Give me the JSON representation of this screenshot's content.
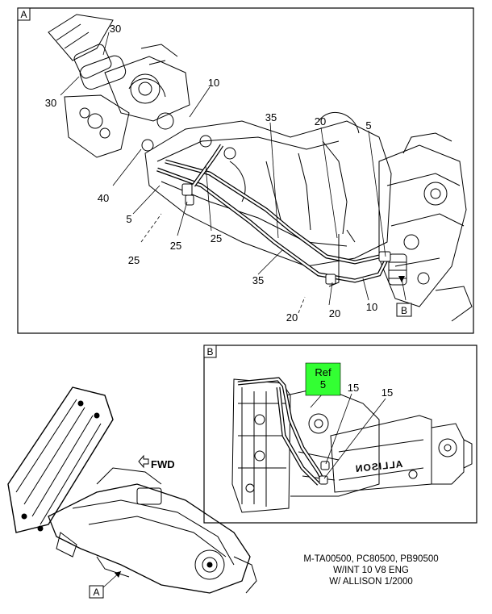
{
  "panel_a": {
    "tag": "A",
    "callouts": [
      "30",
      "30",
      "10",
      "35",
      "20",
      "5",
      "40",
      "5",
      "25",
      "25",
      "25",
      "35",
      "20",
      "10",
      "20"
    ],
    "view_marker": "B"
  },
  "panel_b": {
    "tag": "B",
    "ref_box": {
      "line1": "Ref",
      "line2": "5",
      "color": "#33ff33"
    },
    "callouts": [
      "15",
      "15"
    ],
    "pan_text": "ALLISON"
  },
  "overview": {
    "fwd_label": "FWD",
    "view_marker": "A"
  },
  "caption": {
    "line1": "M-TA00500, PC80500, PB90500",
    "line2": "W/INT 10 V8 ENG",
    "line3": "W/ ALLISON 1/2000"
  }
}
